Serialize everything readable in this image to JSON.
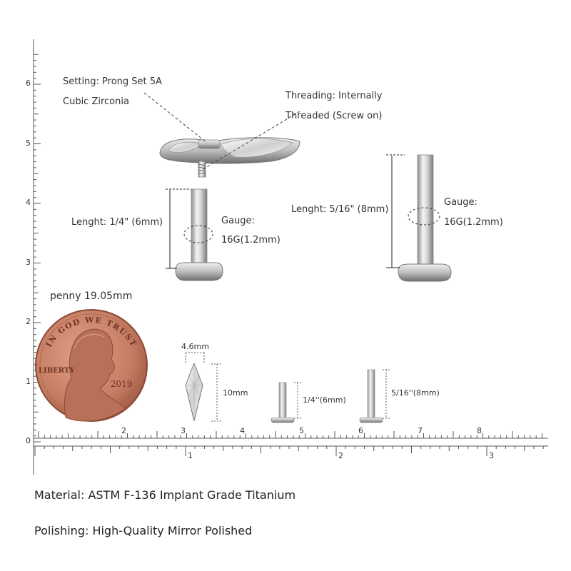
{
  "setting_label": "Setting: Prong Set 5A",
  "stone_label": "Cubic Zirconia",
  "threading_label_1": "Threading: Internally",
  "threading_label_2": "Threaded (Screw on)",
  "short_post": {
    "length_label": "Lenght: 1/4\" (6mm)",
    "gauge_label_1": "Gauge:",
    "gauge_label_2": "16G(1.2mm)"
  },
  "long_post": {
    "length_label": "Lenght: 5/16\" (8mm)",
    "gauge_label_1": "Gauge:",
    "gauge_label_2": "16G(1.2mm)"
  },
  "penny": {
    "caption": "penny 19.05mm",
    "top_text": "IN GOD WE TRUST",
    "side_text": "LIBERTY",
    "year": "2019"
  },
  "small_view": {
    "width_label": "4.6mm",
    "height_label": "10mm",
    "short_label": "1/4''(6mm)",
    "long_label": "5/16''(8mm)"
  },
  "ruler_cm": {
    "ticks": [
      "0",
      "1",
      "2",
      "3",
      "4",
      "5",
      "6"
    ],
    "bottom_ticks": [
      "2",
      "3",
      "4",
      "5",
      "6",
      "7",
      "8"
    ]
  },
  "ruler_inch": {
    "ticks": [
      "1",
      "2",
      "3"
    ]
  },
  "footer": {
    "material": "Material:  ASTM F-136 Implant Grade Titanium",
    "polishing": "Polishing: High-Quality Mirror Polished"
  },
  "colors": {
    "metal_light": "#e8e8e8",
    "metal_dark": "#8a8a8a",
    "penny": "#c8826a",
    "penny_dark": "#9c5a44"
  }
}
